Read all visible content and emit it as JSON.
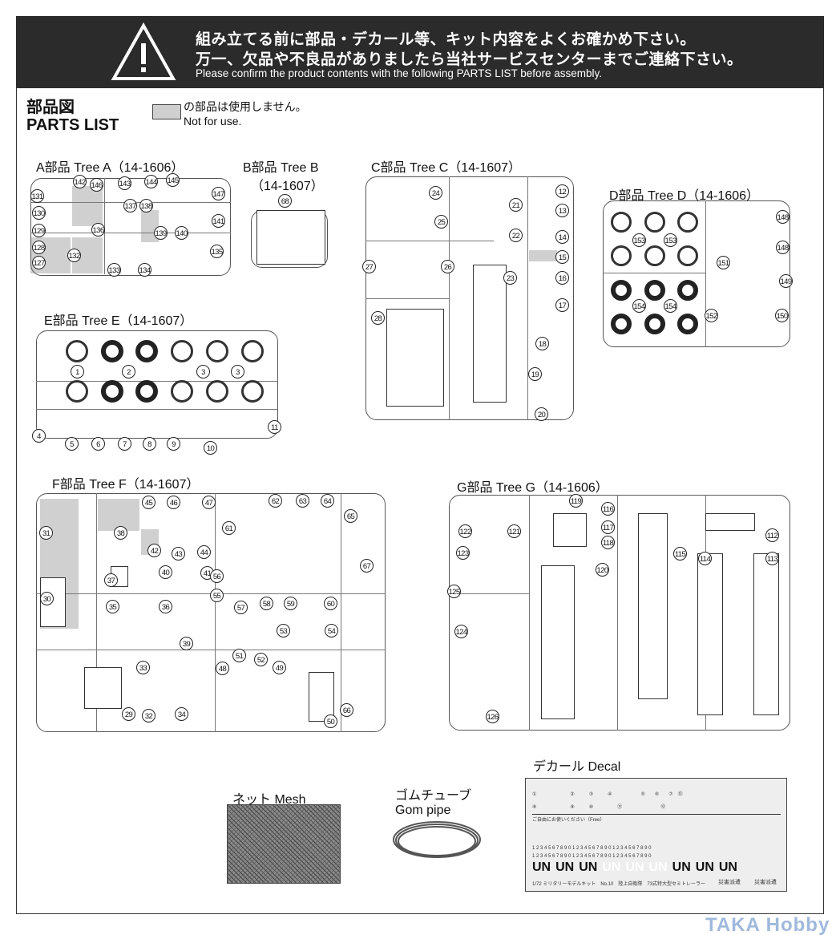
{
  "header": {
    "line1": "組み立てる前に部品・デカール等、キット内容をよくお確かめ下さい。",
    "line2": "万一、欠品や不良品がありましたら当社サービスセンターまでご連絡下さい。",
    "line3": "Please confirm the product contents with the following PARTS LIST before assembly.",
    "icon": "warning-triangle-icon"
  },
  "title": {
    "jp": "部品図",
    "en": "PARTS LIST"
  },
  "legend": {
    "jp": "の部品は使用しません。",
    "en": "Not for use.",
    "swatch_color": "#d0d0d0"
  },
  "trees": [
    {
      "id": "A",
      "title": "A部品 Tree A（14-1606）",
      "labels": [
        "131",
        "130",
        "129",
        "128",
        "127",
        "142",
        "146",
        "143",
        "144",
        "145",
        "147",
        "137",
        "138",
        "141",
        "136",
        "139",
        "140",
        "132",
        "135",
        "133",
        "134"
      ]
    },
    {
      "id": "B",
      "title": "B部品 Tree B",
      "title2": "（14-1607）",
      "labels": [
        "68"
      ]
    },
    {
      "id": "C",
      "title": "C部品 Tree C（14-1607）",
      "labels": [
        "24",
        "21",
        "12",
        "13",
        "25",
        "22",
        "14",
        "15",
        "16",
        "27",
        "26",
        "23",
        "17",
        "28",
        "18",
        "19",
        "20"
      ]
    },
    {
      "id": "D",
      "title": "D部品 Tree D（14-1606）",
      "labels": [
        "148",
        "148",
        "153",
        "153",
        "151",
        "149",
        "154",
        "154",
        "152",
        "150"
      ]
    },
    {
      "id": "E",
      "title": "E部品 Tree E（14-1607）",
      "labels": [
        "1",
        "2",
        "3",
        "3",
        "4",
        "5",
        "6",
        "7",
        "8",
        "9",
        "10",
        "11"
      ]
    },
    {
      "id": "F",
      "title": "F部品 Tree F（14-1607）",
      "labels": [
        "45",
        "46",
        "47",
        "62",
        "63",
        "64",
        "65",
        "31",
        "38",
        "61",
        "42",
        "43",
        "44",
        "37",
        "40",
        "41",
        "56",
        "67",
        "55",
        "57",
        "58",
        "59",
        "60",
        "30",
        "35",
        "36",
        "39",
        "53",
        "54",
        "51",
        "52",
        "33",
        "48",
        "49",
        "29",
        "32",
        "34",
        "50",
        "66"
      ]
    },
    {
      "id": "G",
      "title": "G部品 Tree G（14-1606）",
      "labels": [
        "119",
        "116",
        "117",
        "118",
        "122",
        "121",
        "112",
        "123",
        "115",
        "114",
        "113",
        "120",
        "125",
        "124",
        "126"
      ]
    }
  ],
  "mesh": {
    "title": "ネット Mesh"
  },
  "gom": {
    "title1": "ゴムチューブ",
    "title2": "Gom pipe"
  },
  "decal": {
    "title": "デカール Decal",
    "row1": "①　　　　　　　②　　　③　　　④　　　　　　⑤　　⑥　　⑦　⑬",
    "row2": "⑧　　　　　　　⑨　　　⑩　　　　　⑪　　　　　　　　⑫",
    "free": "ご自由にお使いください（Free）",
    "numbers": "1 2 3 4 5 6 7 8 9 0   1 2 3 4 5 6 7 8 9 0   1 2 3 4 5 6 7 8 9 0",
    "un": [
      "UN",
      "UN",
      "UN",
      "UN",
      "UN",
      "UN",
      "UN",
      "UN",
      "UN"
    ],
    "footer": "1/72 ミリタリーモデルキット　No.10　陸上自衛隊　73式特大型セミトレーラー",
    "disaster": [
      "災害派遣",
      "災害派遣"
    ]
  },
  "watermark": "TAKA Hobby"
}
